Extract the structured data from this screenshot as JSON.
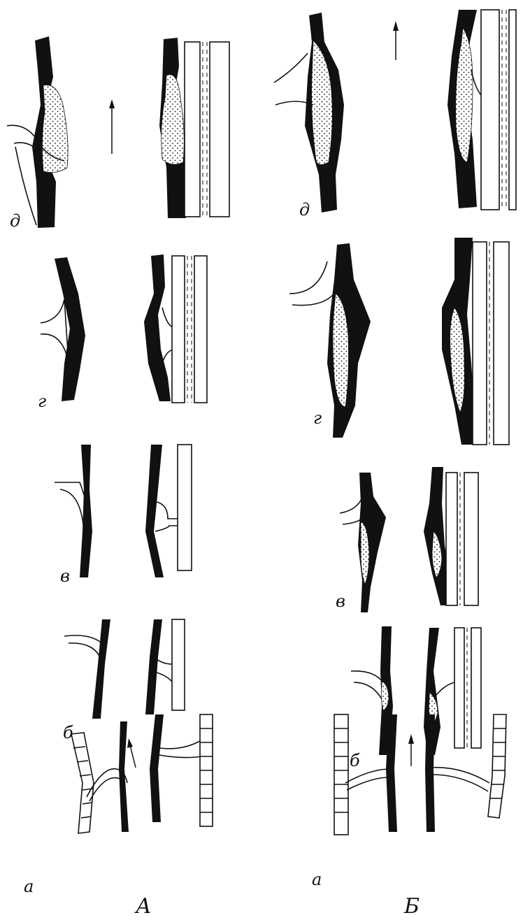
{
  "labels": {
    "col_A": "А",
    "col_B": "Б",
    "stage_a": "а",
    "stage_b": "б",
    "stage_v": "в",
    "stage_g": "г",
    "stage_d": "д"
  }
}
